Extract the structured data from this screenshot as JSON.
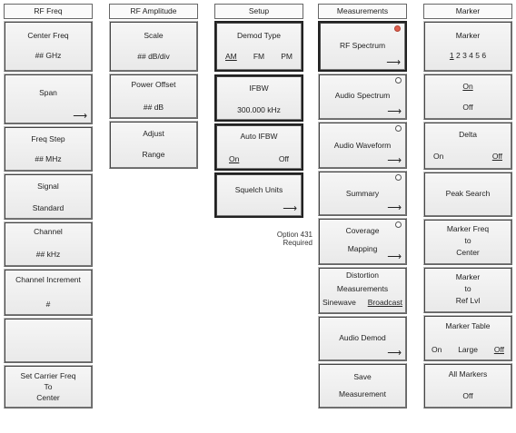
{
  "rf_freq": {
    "title": "RF Freq",
    "center_freq": {
      "label": "Center Freq",
      "value": "## GHz"
    },
    "span": {
      "label": "Span"
    },
    "freq_step": {
      "label": "Freq Step",
      "value": "## MHz"
    },
    "signal": {
      "label": "Signal",
      "value": "Standard"
    },
    "channel": {
      "label": "Channel",
      "value": "## kHz"
    },
    "channel_increment": {
      "label": "Channel Increment",
      "value": "#"
    },
    "set_carrier": {
      "line1": "Set Carrier Freq",
      "line2": "To",
      "line3": "Center"
    },
    "arrow": "⟶"
  },
  "rf_amplitude": {
    "title": "RF Amplitude",
    "scale": {
      "label": "Scale",
      "value": "## dB/div"
    },
    "power_offset": {
      "label": "Power Offset",
      "value": "## dB"
    },
    "adjust_range": {
      "line1": "Adjust",
      "line2": "Range"
    }
  },
  "setup": {
    "title": "Setup",
    "demod_type": {
      "label": "Demod Type",
      "am": "AM",
      "fm": "FM",
      "pm": "PM"
    },
    "ifbw": {
      "label": "IFBW",
      "value": "300.000 kHz"
    },
    "auto_ifbw": {
      "label": "Auto IFBW",
      "on": "On",
      "off": "Off"
    },
    "squelch_units": {
      "label": "Squelch Units"
    },
    "note_line1": "Option 431",
    "note_line2": "Required"
  },
  "measurements": {
    "title": "Measurements",
    "rf_spectrum": "RF Spectrum",
    "audio_spectrum": "Audio Spectrum",
    "audio_waveform": "Audio Waveform",
    "summary": "Summary",
    "coverage_mapping": {
      "line1": "Coverage",
      "line2": "Mapping"
    },
    "distortion": {
      "line1": "Distortion",
      "line2": "Measurements",
      "sinewave": "Sinewave",
      "broadcast": "Broadcast"
    },
    "audio_demod": "Audio Demod",
    "save_measurement": {
      "line1": "Save",
      "line2": "Measurement"
    }
  },
  "marker": {
    "title": "Marker",
    "marker_select": {
      "label": "Marker",
      "n1": "1",
      "rest": " 2 3 4 5 6"
    },
    "on_off": {
      "on": "On",
      "off": "Off"
    },
    "delta": {
      "label": "Delta",
      "on": "On",
      "off": "Off"
    },
    "peak_search": "Peak Search",
    "marker_freq_to_center": {
      "line1": "Marker Freq",
      "line2": "to",
      "line3": "Center"
    },
    "marker_to_ref_lvl": {
      "line1": "Marker",
      "line2": "to",
      "line3": "Ref Lvl"
    },
    "marker_table": {
      "label": "Marker Table",
      "on": "On",
      "large": "Large",
      "off": "Off"
    },
    "all_markers": {
      "label": "All Markers",
      "value": "Off"
    }
  }
}
